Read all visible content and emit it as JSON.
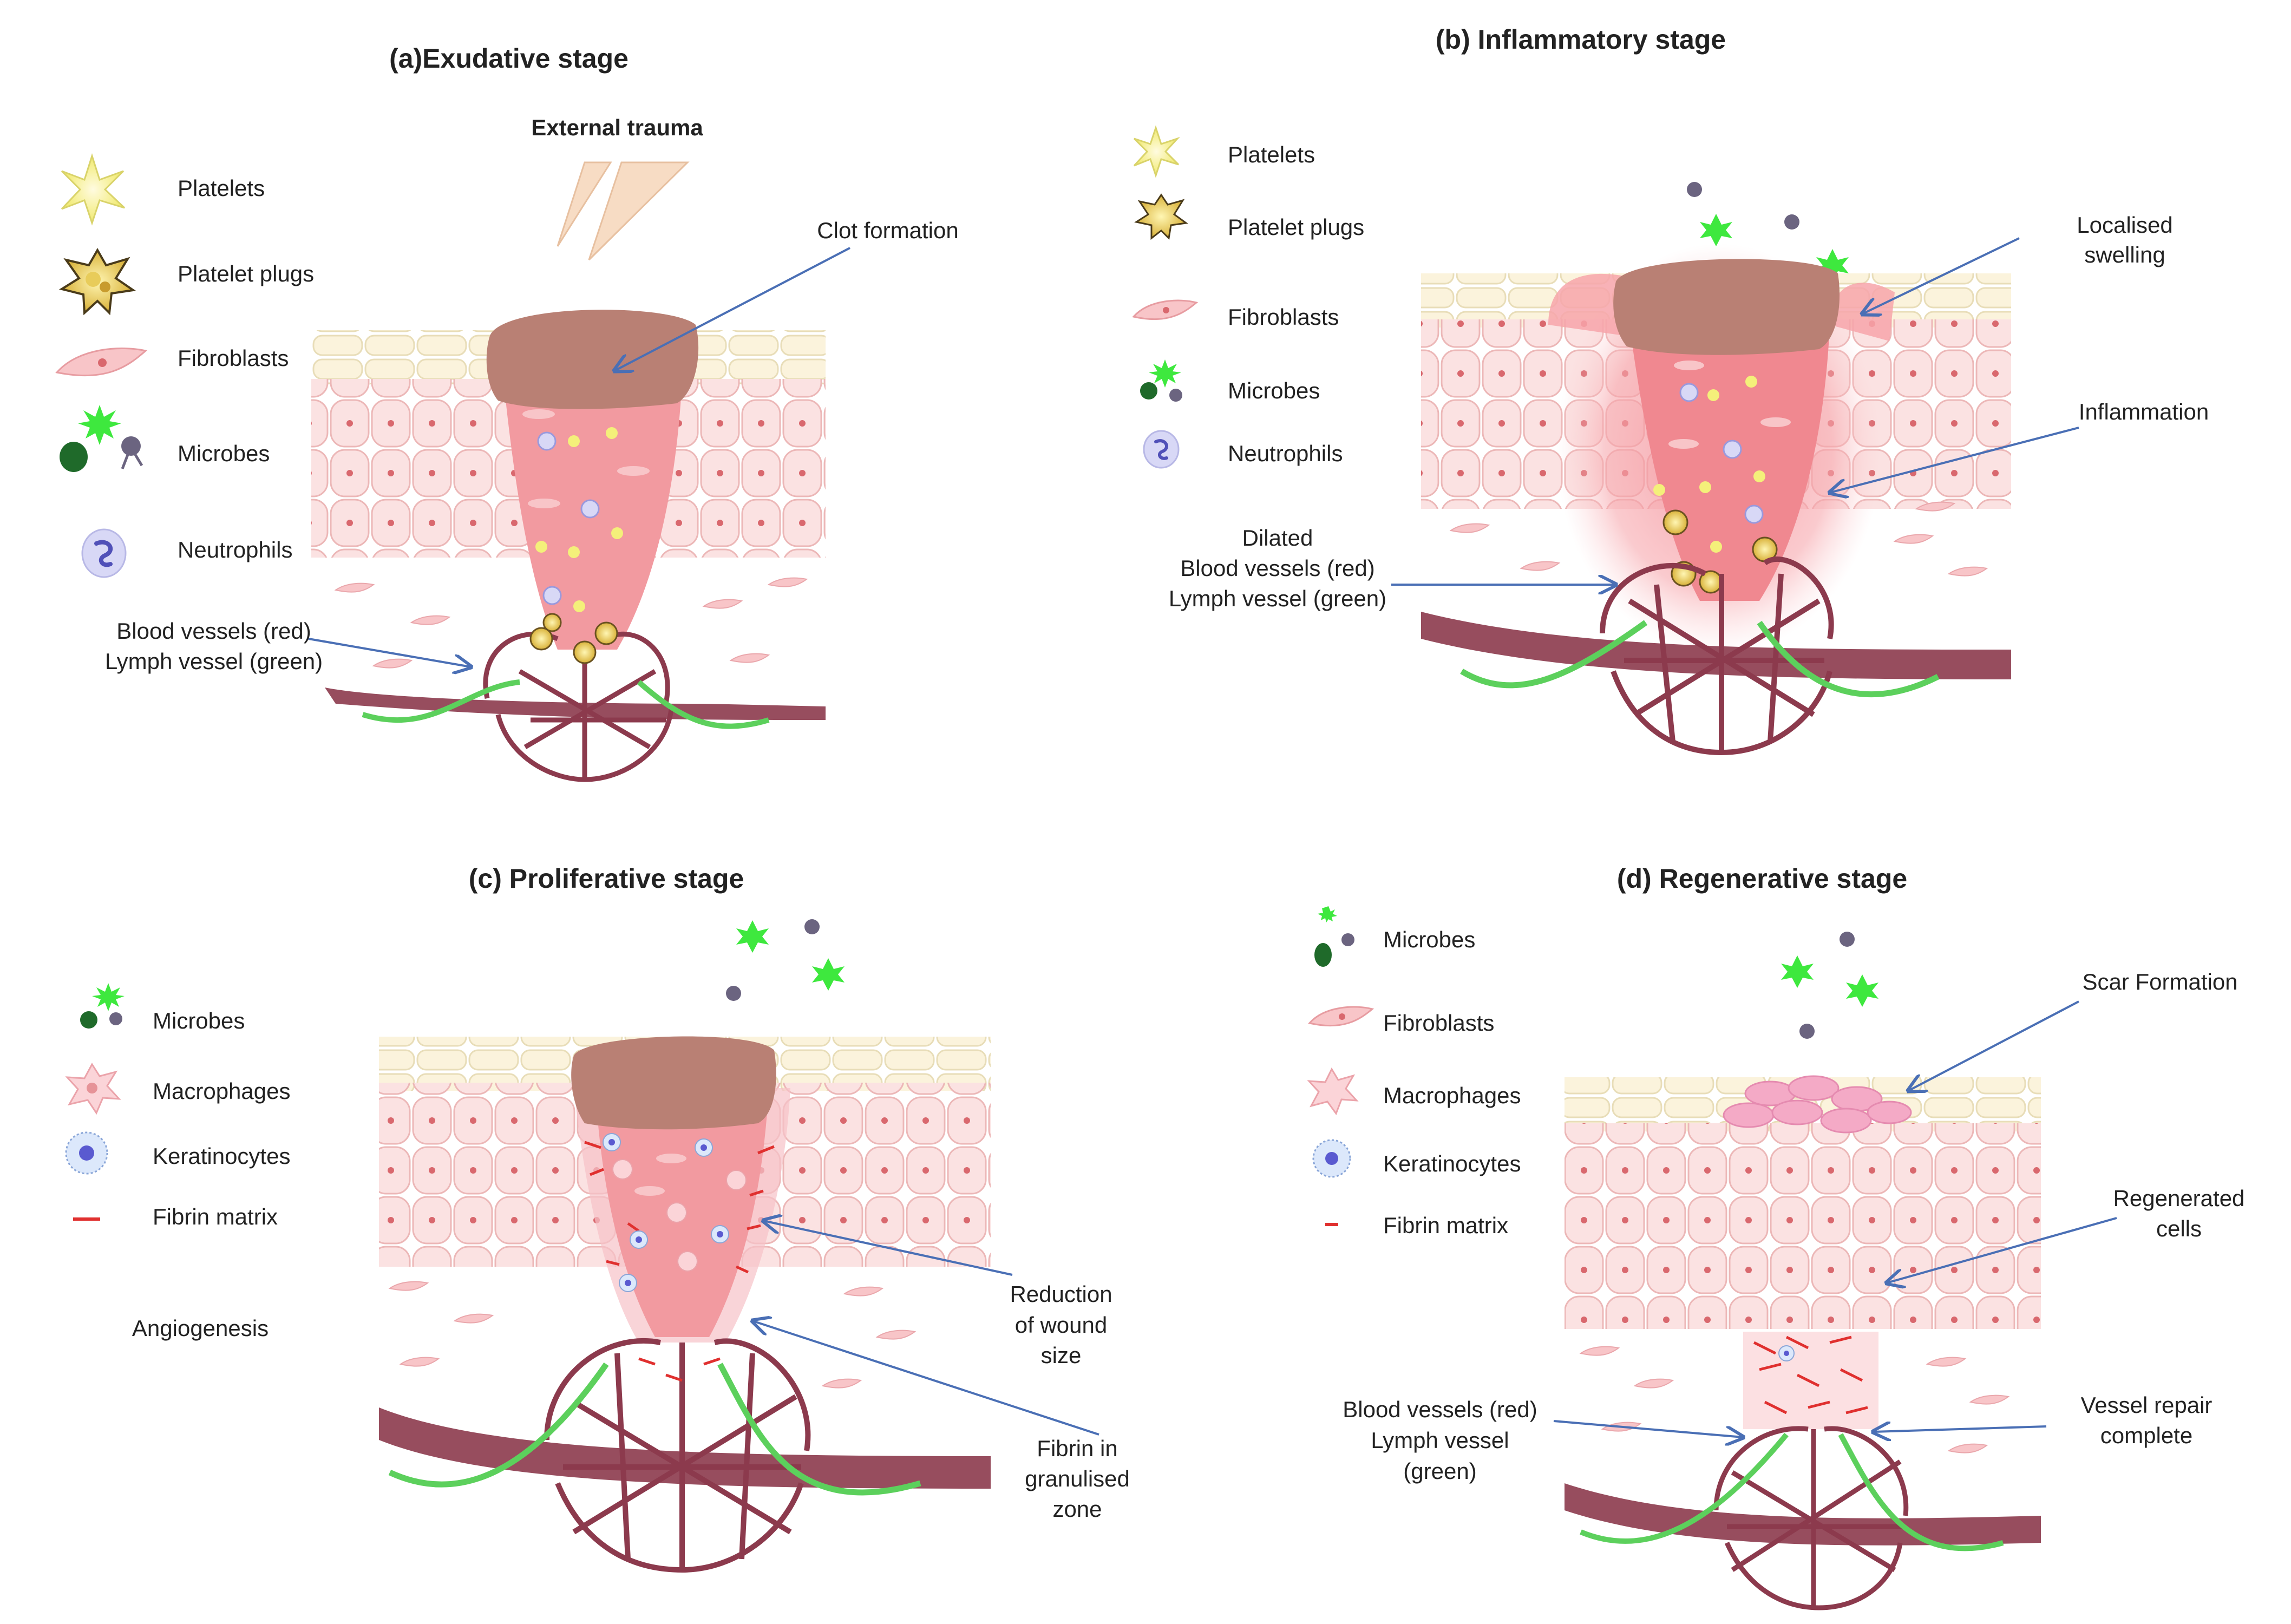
{
  "panels": {
    "a": {
      "title": "(a)Exudative stage",
      "legend": [
        "Platelets",
        "Platelet plugs",
        "Fibroblasts",
        "Microbes",
        "Neutrophils"
      ],
      "annotations": {
        "external_trauma": "External trauma",
        "clot_formation": "Clot formation",
        "vessels_line1": "Blood vessels (red)",
        "vessels_line2": "Lymph vessel (green)"
      }
    },
    "b": {
      "title": "(b) Inflammatory stage",
      "legend": [
        "Platelets",
        "Platelet plugs",
        "Fibroblasts",
        "Microbes",
        "Neutrophils"
      ],
      "annotations": {
        "swelling_line1": "Localised",
        "swelling_line2": "swelling",
        "inflammation": "Inflammation",
        "dilated_line1": "Dilated",
        "dilated_line2": "Blood vessels (red)",
        "dilated_line3": "Lymph vessel (green)"
      }
    },
    "c": {
      "title": "(c) Proliferative stage",
      "legend": [
        "Microbes",
        "Macrophages",
        "Keratinocytes",
        "Fibrin matrix"
      ],
      "annotations": {
        "angiogenesis": "Angiogenesis",
        "reduction_line1": "Reduction",
        "reduction_line2": "of wound",
        "reduction_line3": "size",
        "fibrin_line1": "Fibrin in",
        "fibrin_line2": "granulised",
        "fibrin_line3": "zone"
      }
    },
    "d": {
      "title": "(d) Regenerative stage",
      "legend": [
        "Microbes",
        "Fibroblasts",
        "Macrophages",
        "Keratinocytes",
        "Fibrin matrix"
      ],
      "annotations": {
        "scar": "Scar Formation",
        "regen_line1": "Regenerated",
        "regen_line2": "cells",
        "vessels_line1": "Blood vessels (red)",
        "vessels_line2": "Lymph vessel",
        "vessels_line3": "(green)",
        "repair_line1": "Vessel repair",
        "repair_line2": "complete"
      }
    }
  },
  "colors": {
    "skin_top": "#fbf3dc",
    "skin_cell": "#fbe2e2",
    "skin_cell_border": "#ecb7b7",
    "nucleus": "#d9686e",
    "wound": "#f29aa0",
    "scab": "#b98074",
    "vessel": "#8c3a4d",
    "lymph": "#5cd05c",
    "arrow": "#4a6fb5",
    "platelet": "#f4f07a",
    "microbe_green": "#3ee83e",
    "microbe_dark": "#1f6a2a",
    "neutrophil": "#c9c9f1",
    "scar": "#f4aac6"
  }
}
